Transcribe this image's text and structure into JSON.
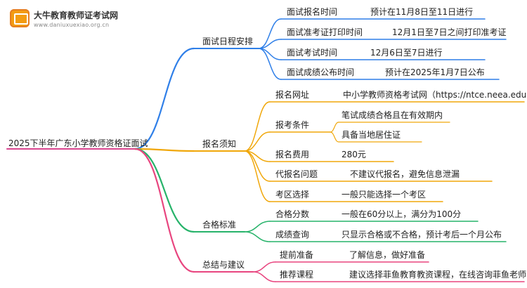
{
  "logo": {
    "title": "大牛教育教师证考试网",
    "url": "www.daniuxuexiao.org.cn",
    "icon": "book-icon"
  },
  "root": "2025下半年广东小学教师资格证面试",
  "colors": {
    "blue": "#2f7fe8",
    "orange": "#f0a70a",
    "green": "#27b36a",
    "pink": "#e8457f",
    "root_line": "#d9458f"
  },
  "branches": [
    {
      "label": "面试日程安排",
      "color": "blue",
      "children": [
        {
          "label": "面试报名时间",
          "value": "预计在11月8日至11日进行"
        },
        {
          "label": "面试准考证打印时间",
          "value": "12月1日至7日之间打印准考证"
        },
        {
          "label": "面试考试时间",
          "value": "12月6日至7日进行"
        },
        {
          "label": "面试成绩公布时间",
          "value": "预计在2025年1月7日公布"
        }
      ]
    },
    {
      "label": "报名须知",
      "color": "orange",
      "children": [
        {
          "label": "报名网址",
          "value": "中小学教师资格考试网（https://ntce.neea.edu.cn/）"
        },
        {
          "label": "报考条件",
          "values": [
            "笔试成绩合格且在有效期内",
            "具备当地居住证"
          ]
        },
        {
          "label": "报名费用",
          "value": "280元"
        },
        {
          "label": "代报名问题",
          "value": "不建议代报名，避免信息泄漏"
        },
        {
          "label": "考区选择",
          "value": "一般只能选择一个考区"
        }
      ]
    },
    {
      "label": "合格标准",
      "color": "green",
      "children": [
        {
          "label": "合格分数",
          "value": "一般在60分以上，满分为100分"
        },
        {
          "label": "成绩查询",
          "value": "只显示合格或不合格，预计考后一个月公布"
        }
      ]
    },
    {
      "label": "总结与建议",
      "color": "pink",
      "children": [
        {
          "label": "提前准备",
          "value": "了解信息，做好准备"
        },
        {
          "label": "推荐课程",
          "value": "建议选择菲鱼教育教资课程，在线咨询菲鱼老师"
        }
      ]
    }
  ]
}
